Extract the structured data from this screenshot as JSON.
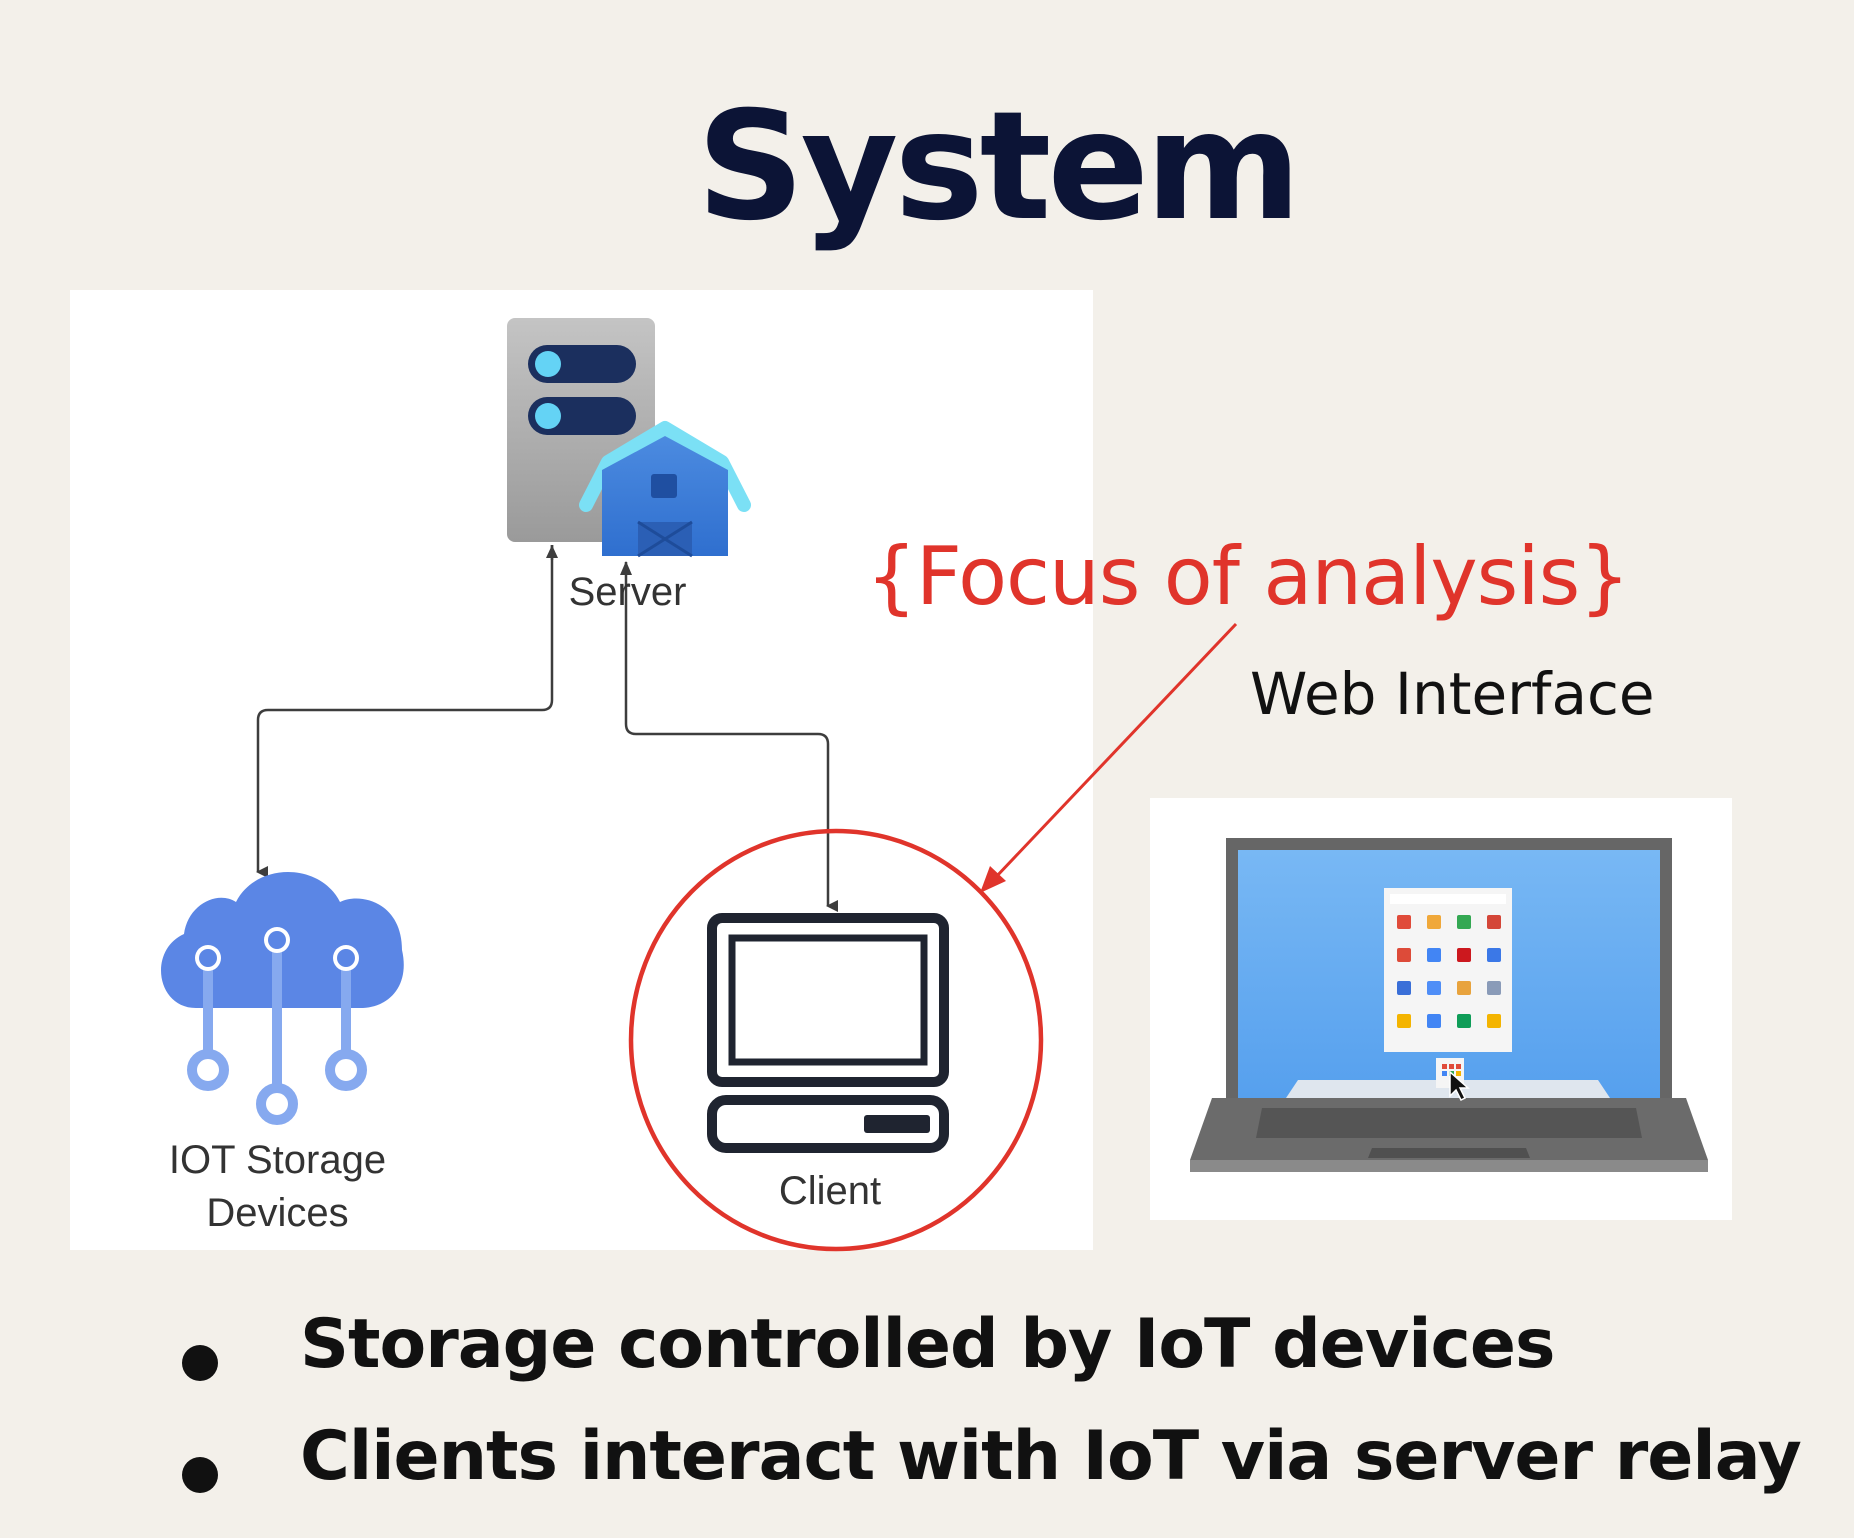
{
  "title": "System",
  "diagram": {
    "server_label": "Server",
    "iot_label_line1": "IOT Storage",
    "iot_label_line2": "Devices",
    "client_label": "Client"
  },
  "annotation": {
    "focus_text": "{Focus of analysis}",
    "web_interface_label": "Web Interface"
  },
  "bullets": [
    "Storage controlled by IoT devices",
    "Clients interact with IoT via server relay"
  ],
  "icons": [
    "server-icon",
    "barn-icon",
    "iot-cloud-icon",
    "client-computer-icon",
    "laptop-icon",
    "app-launcher-icon",
    "cursor-icon"
  ],
  "colors": {
    "title": "#0c1436",
    "focus": "#e0342b",
    "cloud": "#5b86e5",
    "server_body": "#a8a8a8",
    "background": "#f3f0ea"
  }
}
